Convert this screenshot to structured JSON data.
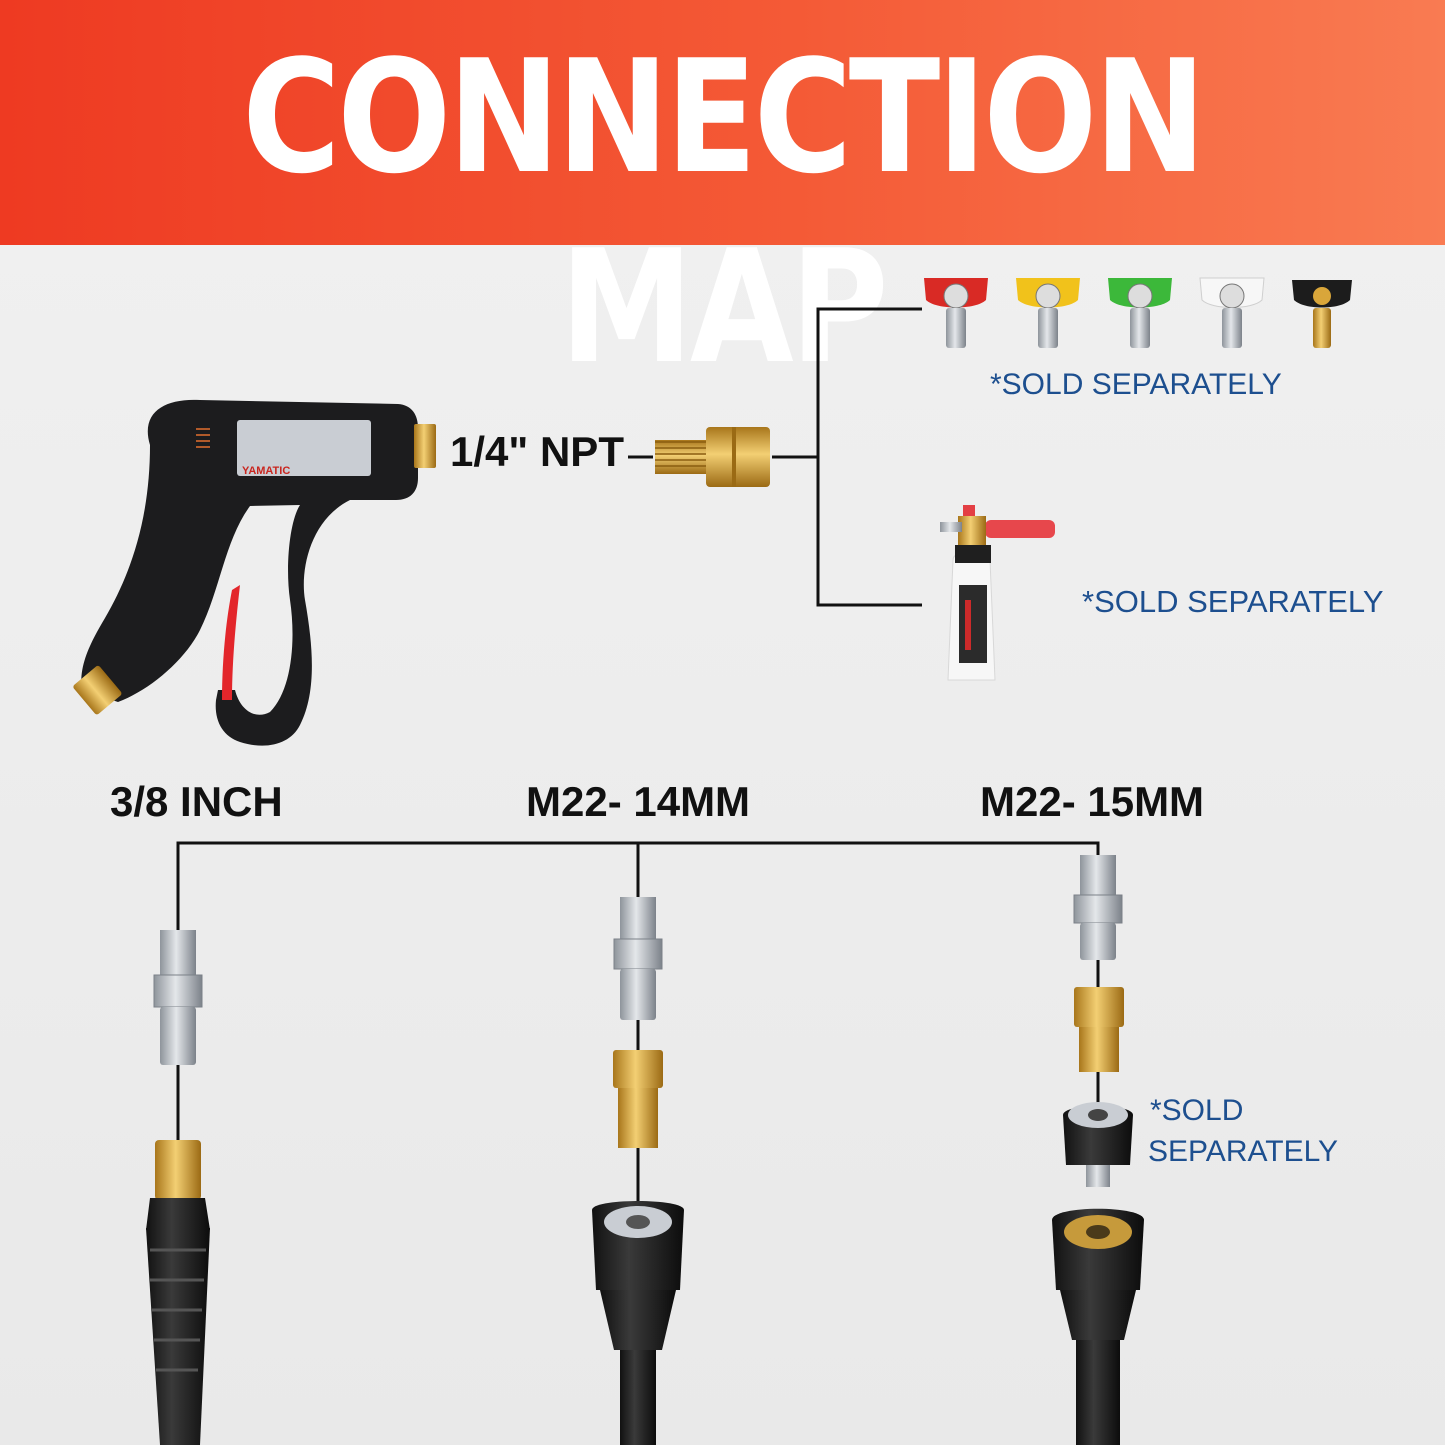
{
  "title": "CONNECTION MAP",
  "gun": {
    "brand": "YAMATIC"
  },
  "labels": {
    "npt": "1/4\" NPT",
    "inch": "3/8 INCH",
    "m14": "M22- 14MM",
    "m15": "M22- 15MM"
  },
  "notes": {
    "nozzles": "*SOLD SEPARATELY",
    "foam": "*SOLD SEPARATELY",
    "adapter_line1": "*SOLD",
    "adapter_line2": "SEPARATELY"
  },
  "colors": {
    "banner": "#ef4a2c",
    "note_text": "#1d4f8f",
    "brass": "#d9a63a",
    "nozzle_colors": [
      "#d92a25",
      "#f1c21b",
      "#3cb83a",
      "#f5f5f5",
      "#1c1c1c"
    ]
  }
}
